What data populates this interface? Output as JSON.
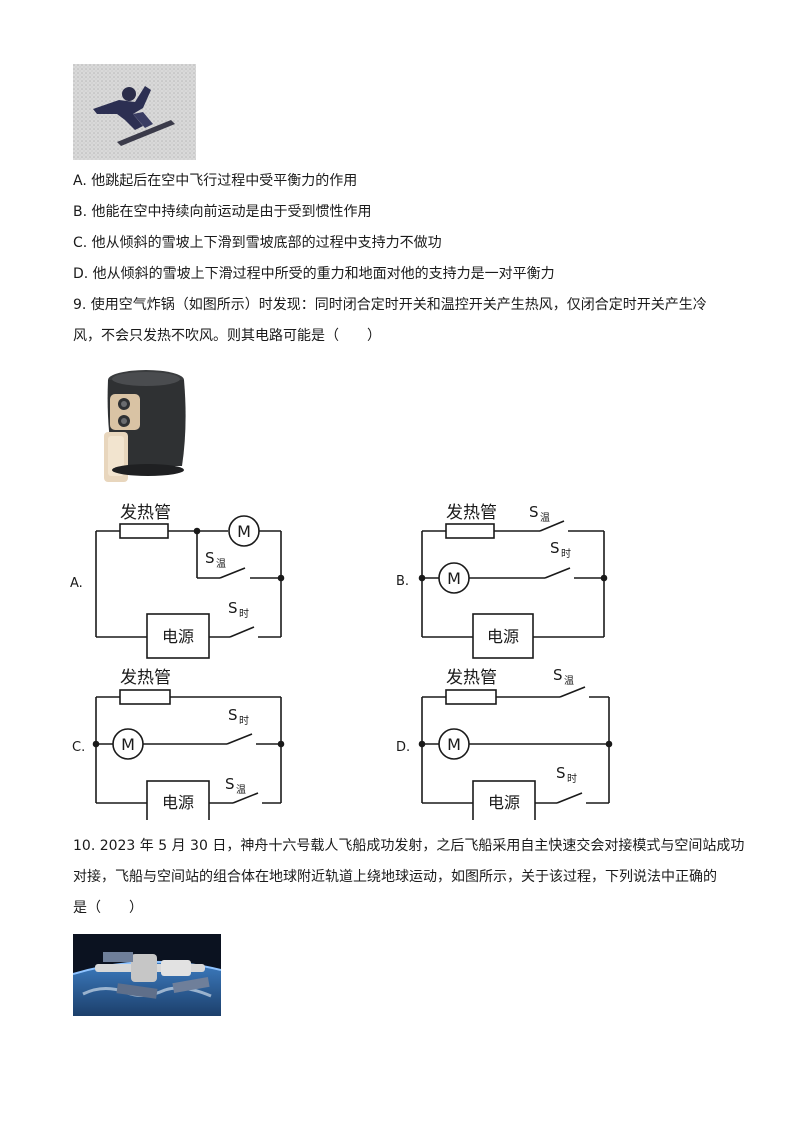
{
  "q8": {
    "options": [
      "A. 他跳起后在空中飞行过程中受平衡力的作用",
      "B. 他能在空中持续向前运动是由于受到惯性作用",
      "C. 他从倾斜的雪坡上下滑到雪坡底部的过程中支持力不做功",
      "D. 他从倾斜的雪坡上下滑过程中所受的重力和地面对他的支持力是一对平衡力"
    ]
  },
  "q9": {
    "stem_line1": "9. 使用空气炸锅（如图所示）时发现：同时闭合定时开关和温控开关产生热风，仅闭合定时开关产生冷",
    "stem_line2": "风，不会只发热不吹风。则其电路可能是（　　）",
    "circuits": {
      "a_letter": "A.",
      "b_letter": "B.",
      "c_letter": "C.",
      "d_letter": "D.",
      "heater": "发热管",
      "power": "电源",
      "motor": "M",
      "s": "S",
      "wen": "温",
      "shi": "时"
    }
  },
  "q10": {
    "line1": "10. 2023 年 5 月 30 日，神舟十六号载人飞船成功发射，之后飞船采用自主快速交会对接模式与空间站成功",
    "line2": "对接，飞船与空间站的组合体在地球附近轨道上绕地球运动，如图所示，关于该过程，下列说法中正确的",
    "line3": "是（　　）"
  },
  "colors": {
    "text": "#1a1a1a",
    "fryer_body": "#2f3133",
    "fryer_handle": "#e8d6bd",
    "earth": "#2f5f8f",
    "space": "#0b1220"
  }
}
